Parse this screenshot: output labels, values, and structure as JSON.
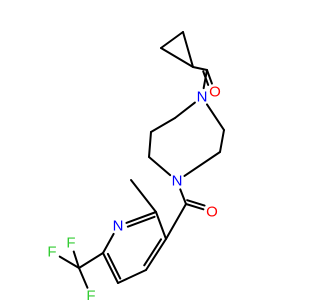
{
  "colors": {
    "bond": "#000000",
    "oxygen": "#ff0000",
    "nitrogen": "#0000ff",
    "fluorine": "#33cc33"
  },
  "atoms": [
    {
      "id": "O1",
      "symbol": "O",
      "element": "oxygen"
    },
    {
      "id": "N1",
      "symbol": "N",
      "element": "nitrogen"
    },
    {
      "id": "N2",
      "symbol": "N",
      "element": "nitrogen"
    },
    {
      "id": "O2",
      "symbol": "O",
      "element": "oxygen"
    },
    {
      "id": "N3",
      "symbol": "N",
      "element": "nitrogen"
    },
    {
      "id": "F1",
      "symbol": "F",
      "element": "fluorine"
    },
    {
      "id": "F2",
      "symbol": "F",
      "element": "fluorine"
    },
    {
      "id": "F3",
      "symbol": "F",
      "element": "fluorine"
    }
  ]
}
